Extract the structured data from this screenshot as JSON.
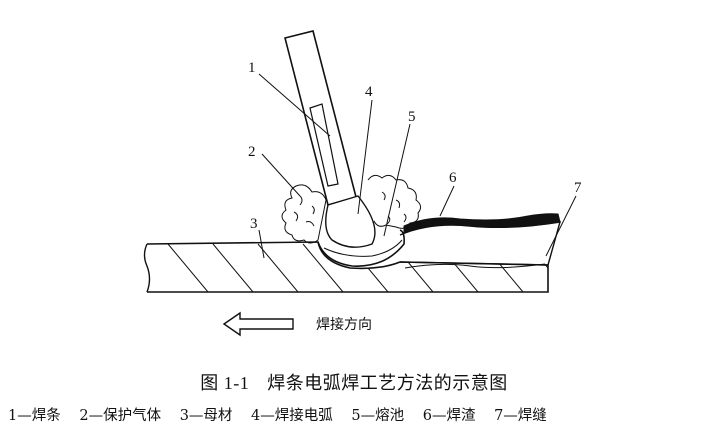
{
  "diagram": {
    "labels": [
      "1",
      "2",
      "3",
      "4",
      "5",
      "6",
      "7"
    ],
    "direction_label": "焊接方向"
  },
  "caption": {
    "figure_number": "图 1-1",
    "title": "焊条电弧焊工艺方法的示意图"
  },
  "legend": [
    "1—焊条",
    "2—保护气体",
    "3—母材",
    "4—焊接电弧",
    "5—熔池",
    "6—焊渣",
    "7—焊缝"
  ]
}
